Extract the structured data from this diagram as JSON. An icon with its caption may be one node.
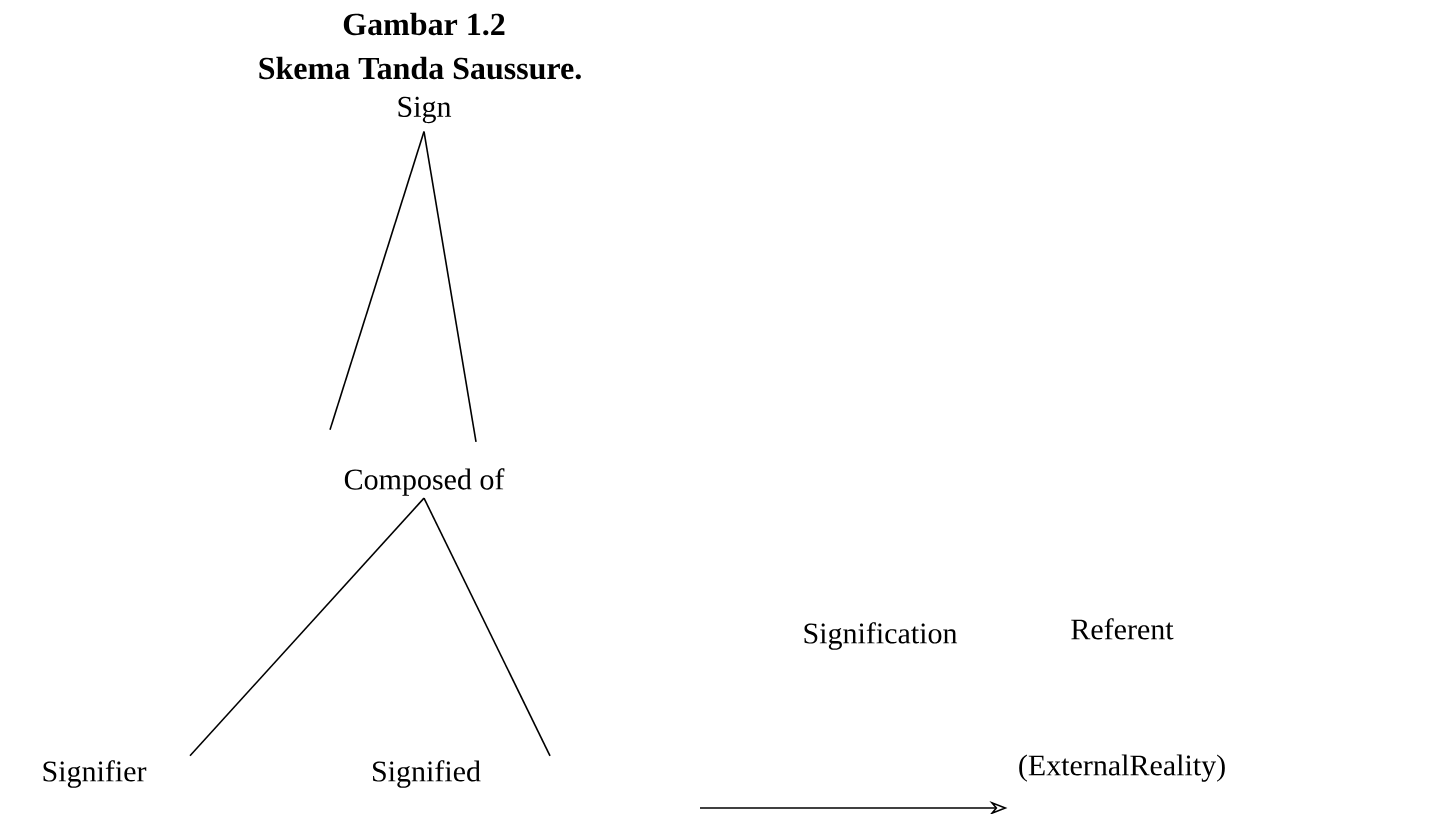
{
  "diagram": {
    "title": "Gambar 1.2",
    "caption": "Skema Tanda Saussure.",
    "nodes": [
      {
        "text": [
          "Sign"
        ]
      },
      {
        "text": [
          "Composed of"
        ]
      },
      {
        "text": [
          "Signifier"
        ]
      },
      {
        "text": [
          "Signified"
        ]
      },
      {
        "text": [
          "Referent",
          "(ExternalReality)"
        ]
      }
    ],
    "edges": [
      {
        "from": 0,
        "to": 1,
        "arrow": "none"
      },
      {
        "from": 0,
        "to": 1,
        "arrow": "none"
      },
      {
        "from": 1,
        "to": 2,
        "arrow": "none"
      },
      {
        "from": 1,
        "to": 3,
        "arrow": "none"
      },
      {
        "from": null,
        "to": 4,
        "arrow": "to"
      }
    ],
    "labels": [
      "Signification"
    ]
  }
}
